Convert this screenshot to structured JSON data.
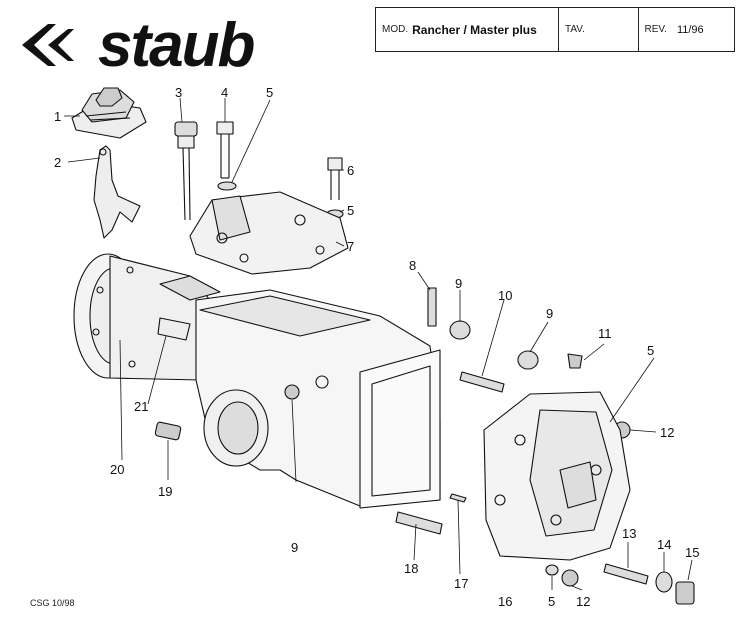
{
  "brand": {
    "name": "staub"
  },
  "header": {
    "mod_label": "MOD.",
    "model": "Rancher / Master plus",
    "tav_label": "TAV.",
    "rev_label": "REV.",
    "rev_value": "11/96"
  },
  "footer": {
    "code": "CSG 10/98"
  },
  "callouts": [
    "1",
    "2",
    "3",
    "4",
    "5",
    "6",
    "5",
    "7",
    "8",
    "9",
    "10",
    "9",
    "11",
    "5",
    "12",
    "20",
    "21",
    "19",
    "9",
    "18",
    "17",
    "16",
    "5",
    "12",
    "13",
    "14",
    "15"
  ]
}
